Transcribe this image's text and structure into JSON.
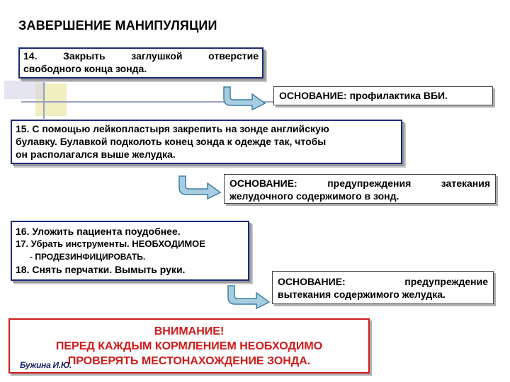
{
  "title": "ЗАВЕРШЕНИЕ МАНИПУЛЯЦИИ",
  "step14": {
    "line1": "14.  Закрыть  заглушкой  отверстие",
    "line2": "свободного конца зонда."
  },
  "basis1": "ОСНОВАНИЕ: профилактика ВБИ.",
  "step15": {
    "line1": "15. С помощью лейкопластыря закрепить на зонде английскую",
    "line2": "булавку. Булавкой подколоть конец зонда к одежде так, чтобы",
    "line3": "он располагался выше желудка."
  },
  "basis2": {
    "line1": "ОСНОВАНИЕ: предупреждения затекания",
    "line2": "желудочного содержимого в зонд."
  },
  "step16_18": {
    "line1": "16. Уложить пациента поудобнее.",
    "line2": "17. Убрать инструменты. НЕОБХОДИМОЕ",
    "line3": "- ПРОДЕЗИНФИЦИРОВАТЬ.",
    "line4": "18. Снять перчатки. Вымыть руки."
  },
  "basis3": {
    "line1": "ОСНОВАНИЕ: предупреждение",
    "line2": "вытекания содержимого желудка."
  },
  "alert": {
    "line1": "ВНИМАНИЕ!",
    "line2": "ПЕРЕД КАЖДЫМ КОРМЛЕНИЕМ НЕОБХОДИМО",
    "line3": "ПРОВЕРЯТЬ МЕСТОНАХОЖДЕНИЕ ЗОНДА."
  },
  "author": "Бужина И.Ю.",
  "colors": {
    "step_border": "#1b2a78",
    "alert": "#d01a1a",
    "arrow_fill": "#a9cde0",
    "arrow_stroke": "#3c7fa6",
    "deco_line": "#9aa0c8",
    "deco_square": "#f2eec0"
  }
}
